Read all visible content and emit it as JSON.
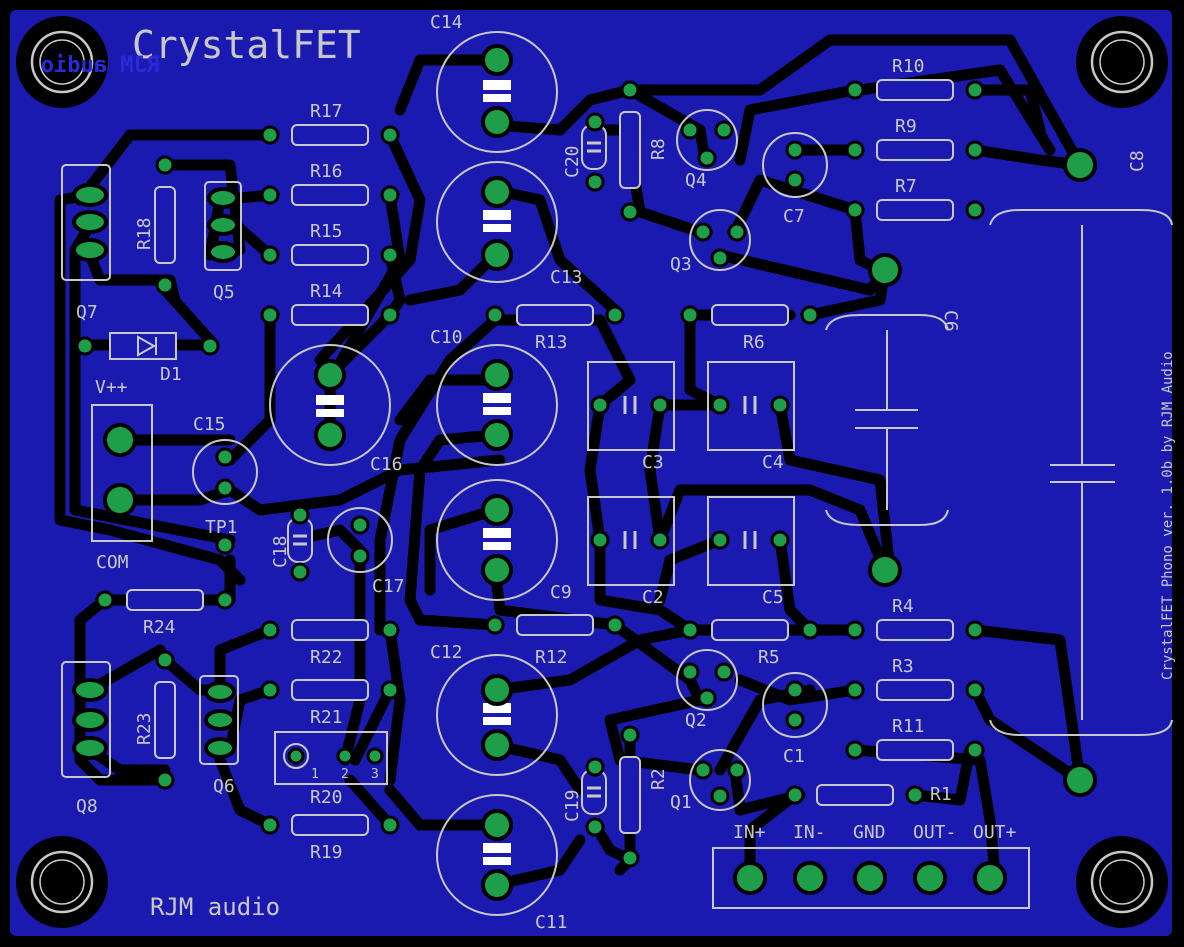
{
  "board": {
    "title": "CrystalFET",
    "title_mirrored": "RJM audio",
    "brand": "RJM audio",
    "version": "CrystalFET Phono ver. 1.0b by RJM Audio"
  },
  "colors": {
    "board": "#1a1ab0",
    "copper": "#000000",
    "pad": "#1f9e4a",
    "silk": "#c8c8c8",
    "background": "#000000"
  },
  "labels": {
    "c14": "C14",
    "c13": "C13",
    "c10": "C10",
    "c16": "C16",
    "c9": "C9",
    "c12": "C12",
    "c11": "C11",
    "c15": "C15",
    "c17": "C17",
    "c18": "C18",
    "c19": "C19",
    "c20": "C20",
    "c1": "C1",
    "c2": "C2",
    "c3": "C3",
    "c4": "C4",
    "c5": "C5",
    "c6": "C6",
    "c7": "C7",
    "c8": "C8",
    "r1": "R1",
    "r2": "R2",
    "r3": "R3",
    "r4": "R4",
    "r5": "R5",
    "r6": "R6",
    "r7": "R7",
    "r8": "R8",
    "r9": "R9",
    "r10": "R10",
    "r11": "R11",
    "r12": "R12",
    "r13": "R13",
    "r14": "R14",
    "r15": "R15",
    "r16": "R16",
    "r17": "R17",
    "r18": "R18",
    "r19": "R19",
    "r20": "R20",
    "r21": "R21",
    "r22": "R22",
    "r23": "R23",
    "r24": "R24",
    "q1": "Q1",
    "q2": "Q2",
    "q3": "Q3",
    "q4": "Q4",
    "q5": "Q5",
    "q6": "Q6",
    "q7": "Q7",
    "q8": "Q8",
    "d1": "D1",
    "tp1": "TP1",
    "vpp": "V++",
    "com": "COM",
    "pot_1": "1",
    "pot_2": "2",
    "pot_3": "3"
  },
  "connector": {
    "in_plus": "IN+",
    "in_minus": "IN-",
    "gnd": "GND",
    "out_minus": "OUT-",
    "out_plus": "OUT+"
  }
}
